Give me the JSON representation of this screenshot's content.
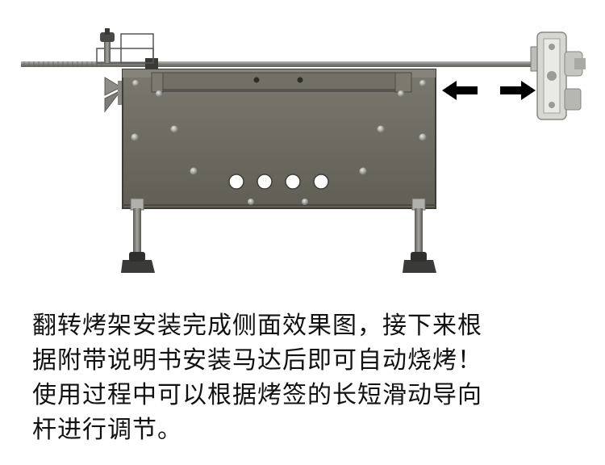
{
  "caption": {
    "lines": [
      "翻转烤架安装完成侧面效果图，接下来根",
      "据附带说明书安装马达后即可自动烧烤！",
      "使用过程中可以根据烤签的长短滑动导向",
      "杆进行调节。"
    ]
  },
  "colors": {
    "plate": "#6e6b62",
    "plate_dark": "#4f4c45",
    "rod": "#8a8a86",
    "arrow": "#000000",
    "knob": "#3a3a38"
  },
  "icons": [
    "left-arrow-icon",
    "right-arrow-icon"
  ]
}
